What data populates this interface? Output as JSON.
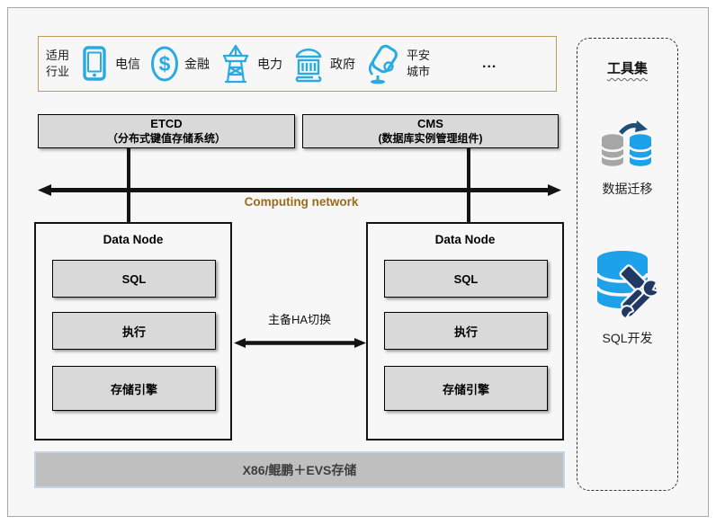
{
  "industry": {
    "label": "适用行业",
    "items": [
      {
        "label": "电信",
        "icon": "tablet-icon"
      },
      {
        "label": "金融",
        "icon": "dollar-icon"
      },
      {
        "label": "电力",
        "icon": "tower-icon"
      },
      {
        "label": "政府",
        "icon": "bank-icon"
      },
      {
        "label": "平安城市",
        "icon": "camera-icon"
      }
    ],
    "more": "..."
  },
  "etcd": {
    "title": "ETCD",
    "subtitle": "（分布式键值存储系统）"
  },
  "cms": {
    "title": "CMS",
    "subtitle": "(数据库实例管理组件)"
  },
  "network": {
    "label": "Computing network"
  },
  "ha": {
    "label": "主备HA切换"
  },
  "nodes": [
    {
      "title": "Data Node",
      "layers": [
        "SQL",
        "执行",
        "存储引擎"
      ]
    },
    {
      "title": "Data Node",
      "layers": [
        "SQL",
        "执行",
        "存储引擎"
      ]
    }
  ],
  "infrastructure": {
    "label": "X86/鲲鹏＋EVS存储"
  },
  "toolbox": {
    "title": "工具集",
    "tools": [
      {
        "label": "数据迁移",
        "icon": "data-migration-icon"
      },
      {
        "label": "SQL开发",
        "icon": "sql-development-icon"
      }
    ]
  },
  "colors": {
    "icon_cyan": "#29abe2",
    "db_blue": "#1da1e8",
    "db_gray": "#a6a6a6",
    "tool_navy": "#1f3864",
    "network_label": "#9c6a1c",
    "industry_border": "#bf9a5f",
    "component_gray": "#d9d9d9",
    "bottom_bar_fill": "#bfbfbf",
    "bottom_bar_border": "#c3d5e4"
  }
}
